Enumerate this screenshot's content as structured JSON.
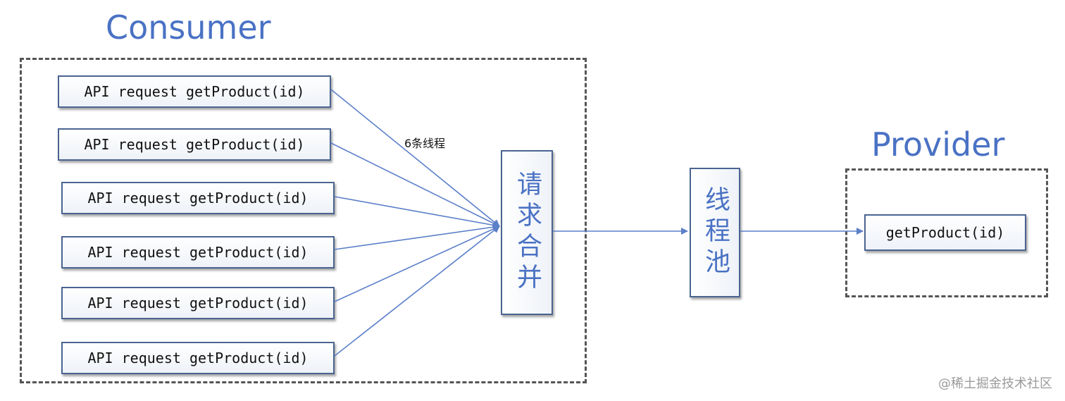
{
  "consumer": {
    "title": "Consumer",
    "requests": [
      "API request getProduct(id)",
      "API request getProduct(id)",
      "API request getProduct(id)",
      "API request getProduct(id)",
      "API request getProduct(id)",
      "API request getProduct(id)"
    ],
    "thread_label": "6条线程",
    "merge_label": "请求合并"
  },
  "thread_pool": {
    "label": "线程池"
  },
  "provider": {
    "title": "Provider",
    "method": "getProduct(id)"
  },
  "watermark": "@稀土掘金技术社区",
  "colors": {
    "accent": "#4a72c4",
    "arrow": "#5b7fc9",
    "border": "#4a6491",
    "boundary": "#555555"
  }
}
